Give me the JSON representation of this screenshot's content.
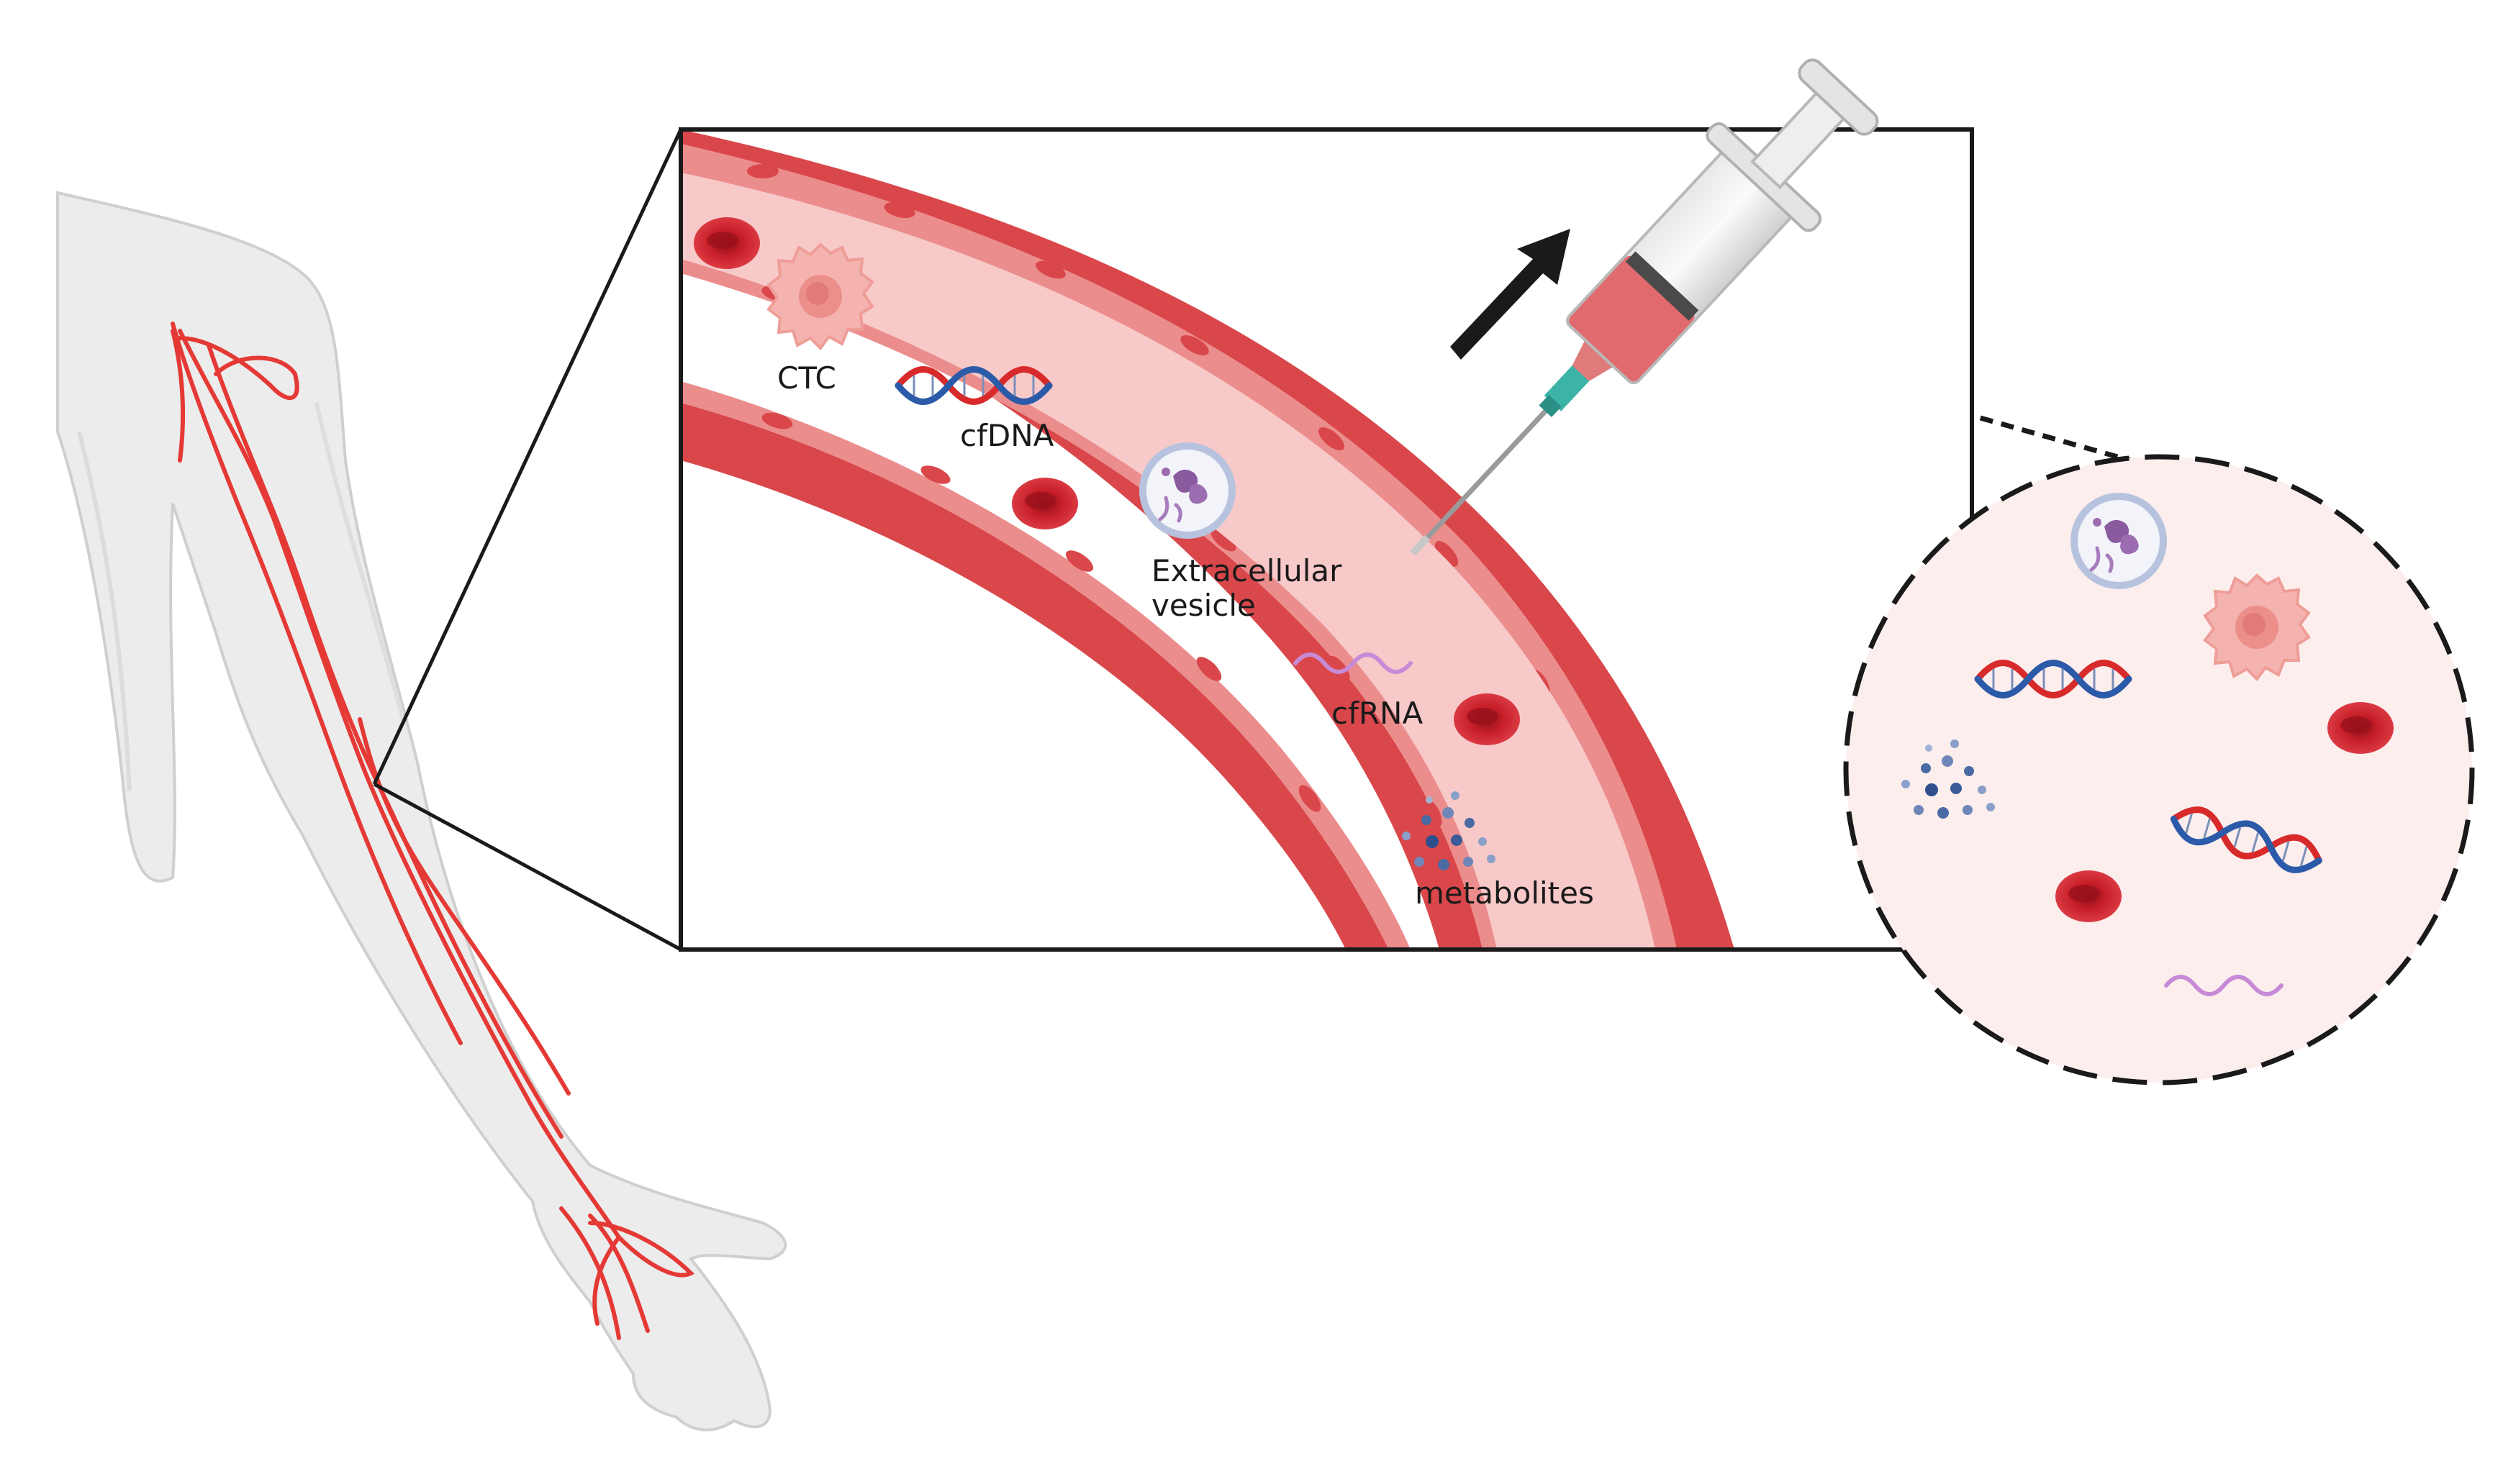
{
  "labels": {
    "ctc": "CTC",
    "cfdna": "cfDNA",
    "ev_line1": "Extracellular",
    "ev_line2": "vesicle",
    "cfrna": "cfRNA",
    "metabolites": "metabolites"
  },
  "icons": [
    "arm-icon",
    "blood-vessel-icon",
    "red-blood-cell-icon",
    "ctc-cell-icon",
    "dna-helix-icon",
    "rna-strand-icon",
    "extracellular-vesicle-icon",
    "metabolite-dots-icon",
    "syringe-icon",
    "arrow-icon"
  ],
  "colors": {
    "vessel_wall": "#d9474b",
    "vessel_lumen": "#f8c9c9",
    "endothelium": "#ec8d8d",
    "rbc": "#c9202a",
    "ctc": "#f2a5a2",
    "dna_red": "#d82a2a",
    "dna_blue": "#2b5aa8",
    "rna": "#c78ad6",
    "metabolite": "#4a6aa3",
    "vessel_line_arm": "#e53935",
    "circle_bg": "#fdeeee"
  }
}
